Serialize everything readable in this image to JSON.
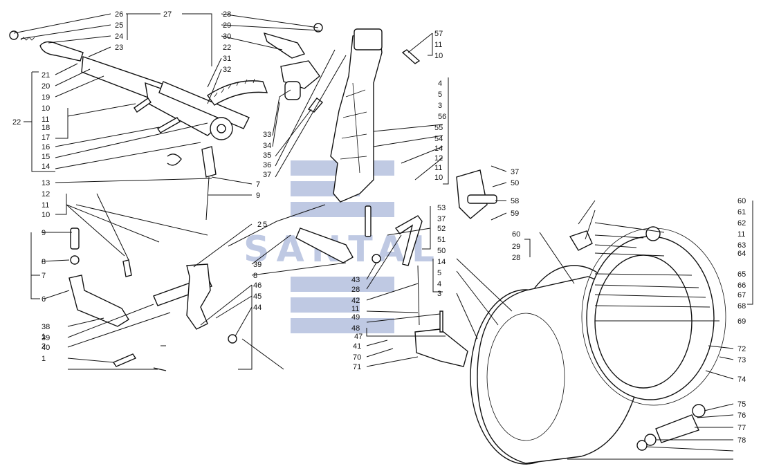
{
  "watermark": {
    "text": "SANTAL",
    "color": "#4a67b0"
  },
  "labels": [
    "26",
    "25",
    "24",
    "23",
    "27",
    "28",
    "29",
    "30",
    "22",
    "31",
    "32",
    "57",
    "11",
    "10",
    "21",
    "20",
    "19",
    "4",
    "5",
    "3",
    "56",
    "55",
    "54",
    "14",
    "12",
    "11",
    "10",
    "22",
    "10",
    "11",
    "18",
    "17",
    "16",
    "15",
    "14",
    "33",
    "34",
    "35",
    "36",
    "37",
    "37",
    "50",
    "13",
    "7",
    "9",
    "12",
    "11",
    "10",
    "58",
    "59",
    "53",
    "37",
    "52",
    "51",
    "50",
    "5",
    "60",
    "29",
    "28",
    "60",
    "61",
    "62",
    "11",
    "63",
    "64",
    "65",
    "66",
    "67",
    "68",
    "69",
    "9",
    "8",
    "7",
    "6",
    "38",
    "39",
    "40",
    "39",
    "8",
    "46",
    "45",
    "44",
    "43",
    "28",
    "42",
    "11",
    "49",
    "48",
    "47",
    "14",
    "5",
    "4",
    "3",
    "2",
    "1",
    "2",
    "1",
    "41",
    "70",
    "71",
    "72",
    "73",
    "74",
    "75",
    "76",
    "77",
    "78"
  ]
}
